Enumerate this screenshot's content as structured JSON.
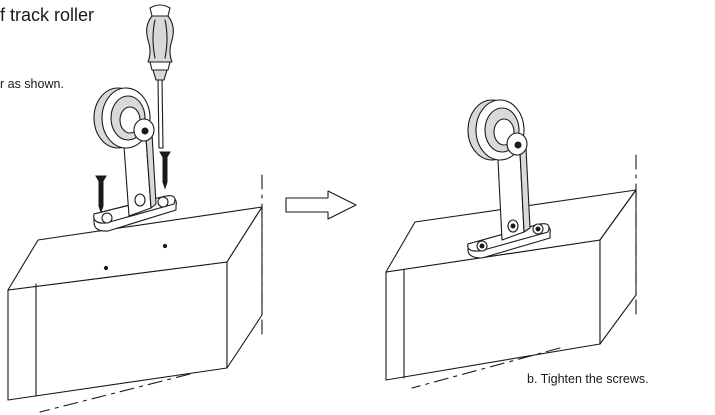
{
  "heading": "f track roller",
  "instructions": {
    "step_a_fragment": "r as shown.",
    "step_b": "b. Tighten the screws."
  },
  "icons": {
    "screwdriver": "screwdriver-icon",
    "arrow": "right-arrow-icon",
    "screw": "wood-screw-icon",
    "roller": "track-roller-icon",
    "door": "door-panel-icon"
  }
}
